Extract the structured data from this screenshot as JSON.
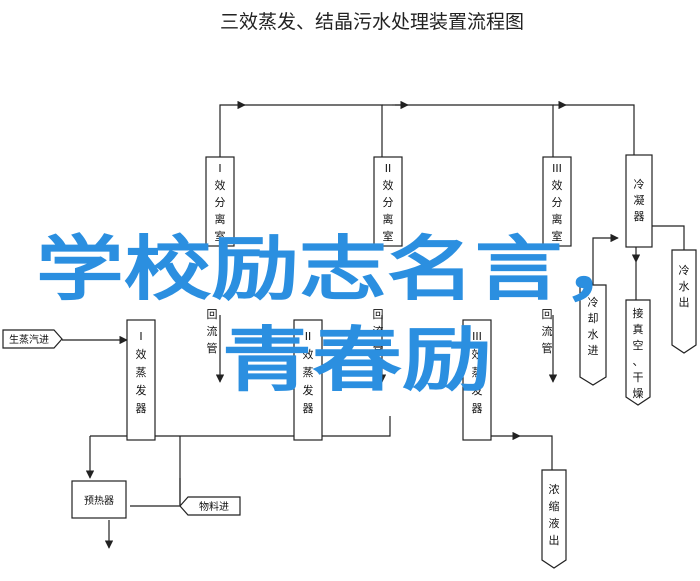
{
  "title": "三效蒸发、结晶污水处理装置流程图",
  "units": {
    "effect_1_evaporator": "I效蒸发器",
    "effect_1_separator": "I效分离室",
    "effect_2_evaporator": "II效蒸发器",
    "effect_2_separator": "II效分离室",
    "effect_3_evaporator": "III效蒸发器",
    "effect_3_separator": "III效分离室",
    "condenser": "冷凝器",
    "preheater": "预热器",
    "concentrate_tank": "浓缩液出",
    "cooler": "冷却水进",
    "dryer": "接真空、干燥",
    "return_pipe_1": "回流管",
    "return_pipe_2": "回流管",
    "return_pipe_3": "回流管",
    "cooling_water_out": "冷水出"
  },
  "inputs": {
    "steam_in": "生蒸汽进",
    "material_in": "物料进"
  },
  "overlay": {
    "line1": "学校励志名言，",
    "line2": "青春励"
  }
}
